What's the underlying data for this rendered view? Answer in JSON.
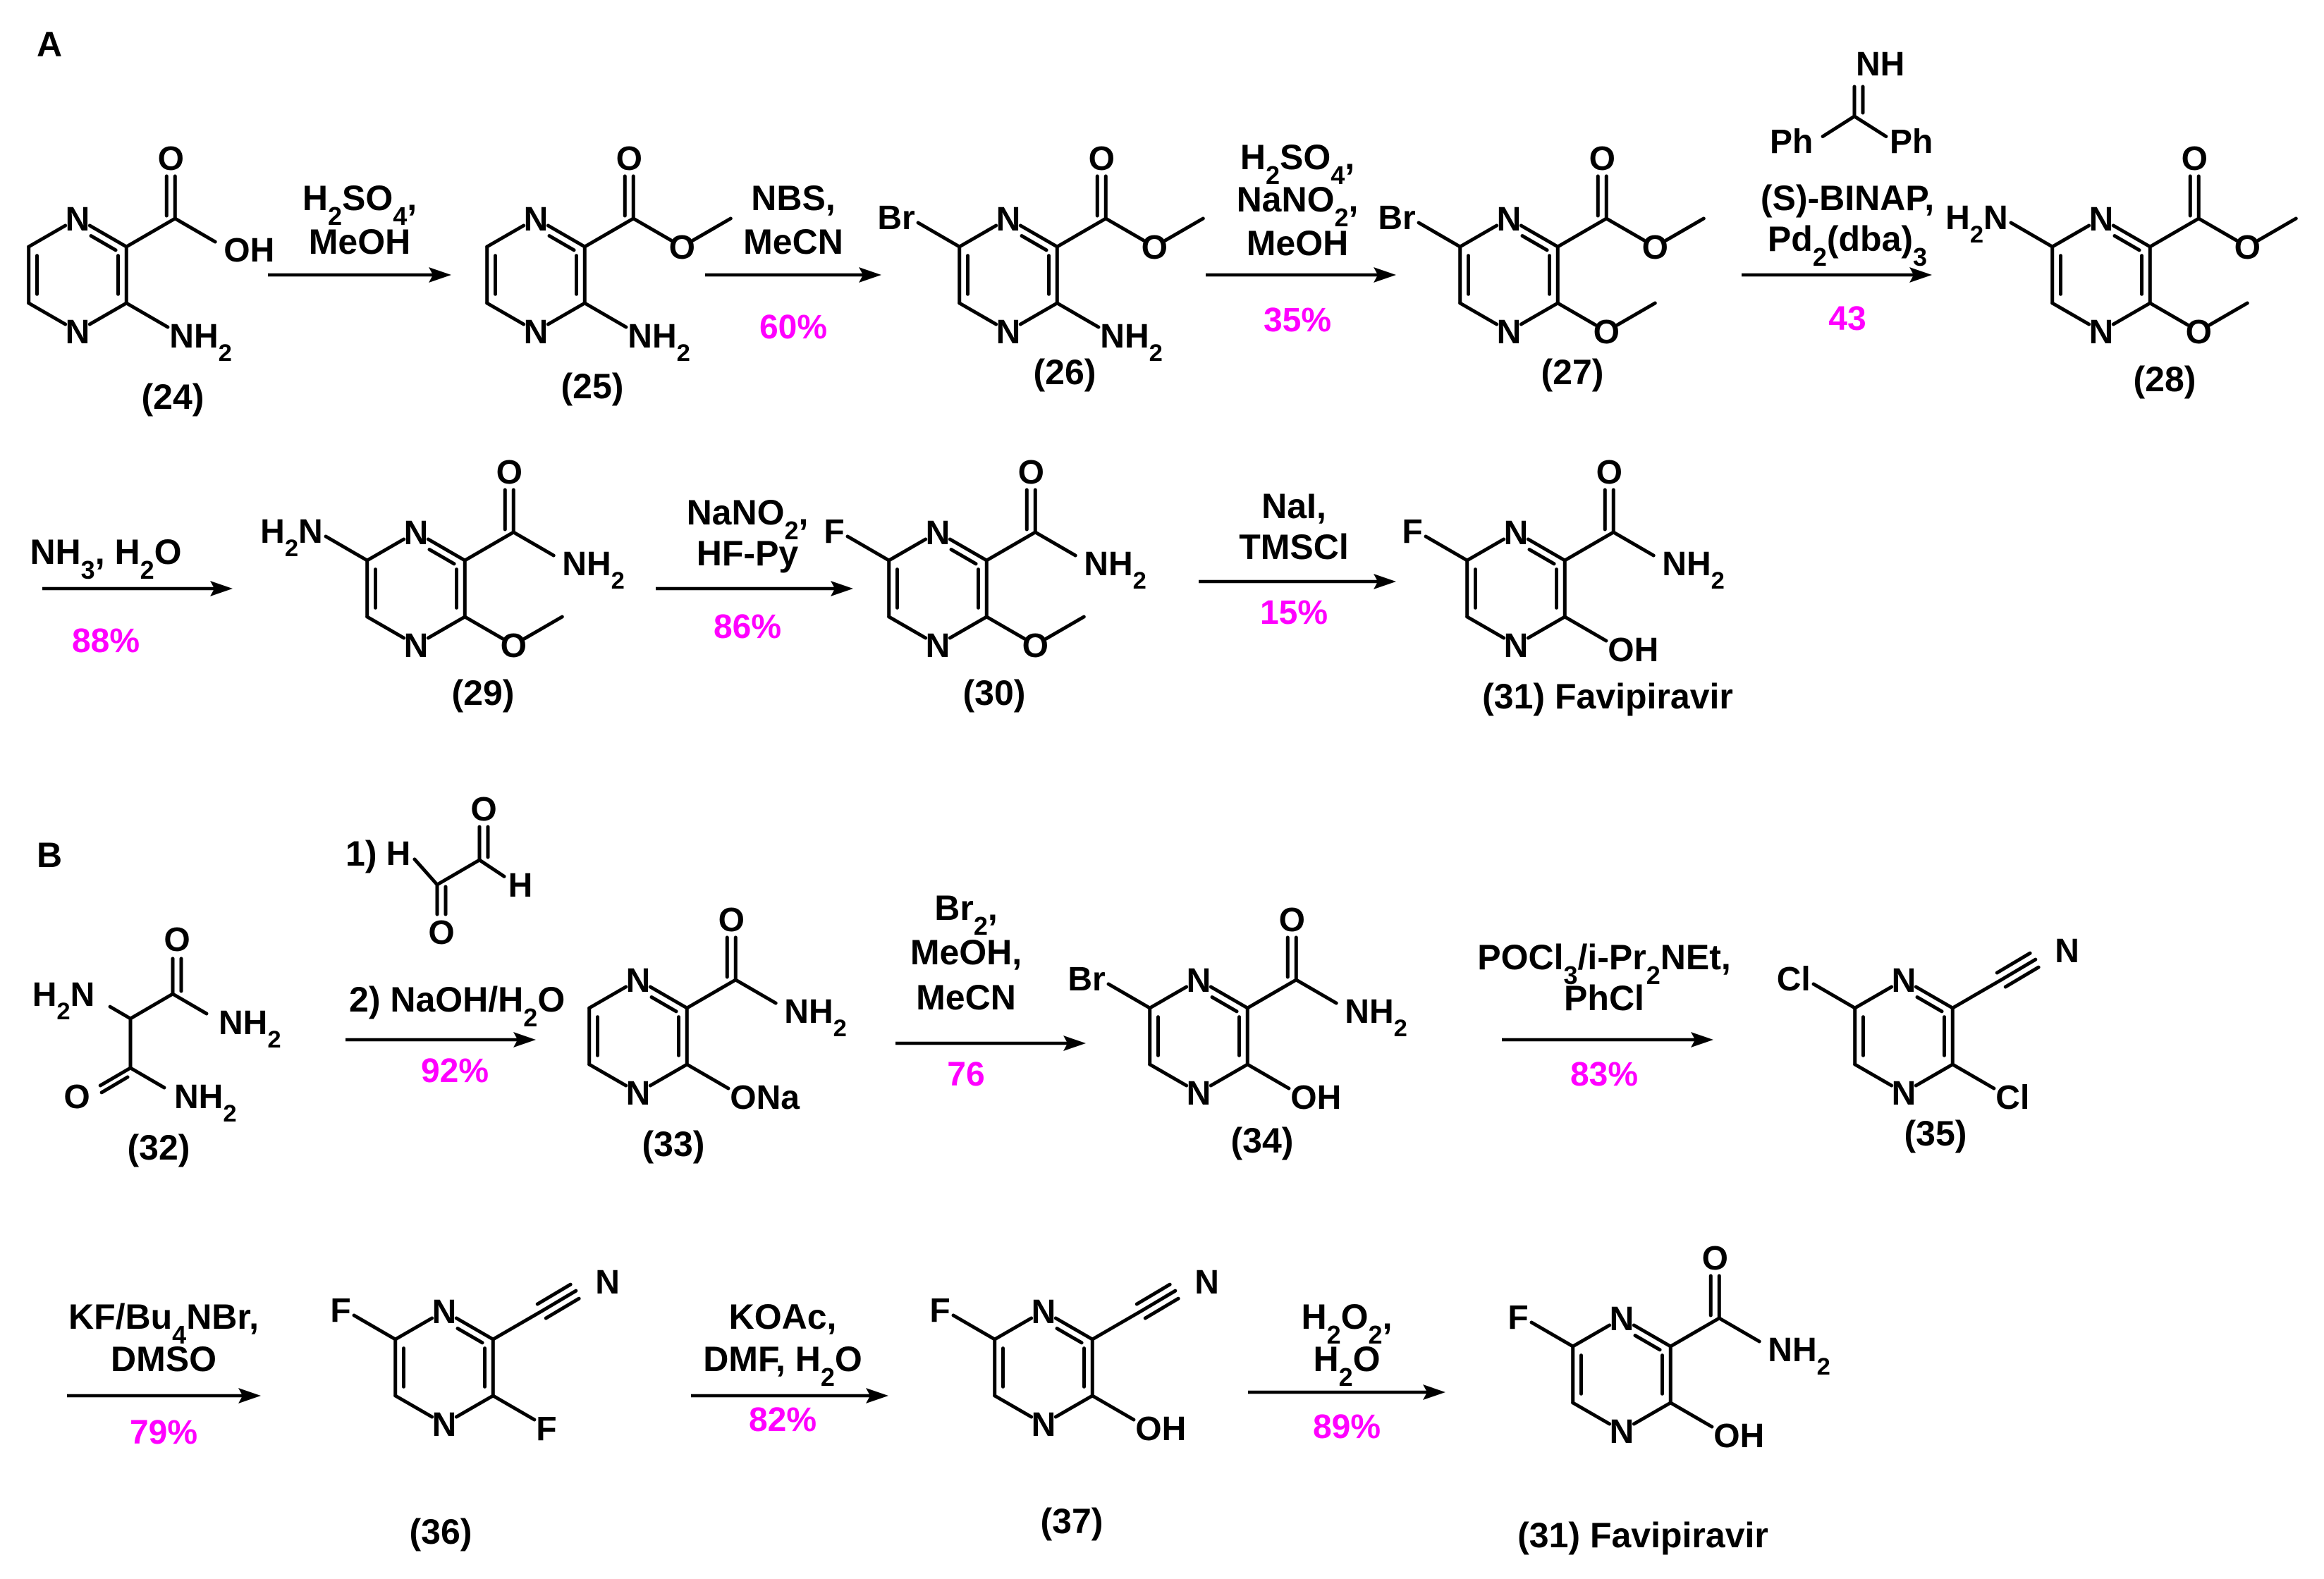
{
  "colors": {
    "ink": "#000000",
    "yield": "#ff00ff",
    "background": "#ffffff"
  },
  "panels": {
    "a": "A",
    "b": "B"
  },
  "compounds": {
    "c24": "(24)",
    "c25": "(25)",
    "c26": "(26)",
    "c27": "(27)",
    "c28": "(28)",
    "c29": "(29)",
    "c30": "(30)",
    "c31a": "(31) Favipiravir",
    "c32": "(32)",
    "c33": "(33)",
    "c34": "(34)",
    "c35": "(35)",
    "c36": "(36)",
    "c37": "(37)",
    "c31b": "(31) Favipiravir"
  },
  "steps": [
    {
      "id": "a1",
      "line1": "H2SO4,",
      "line2": "MeOH",
      "yield": ""
    },
    {
      "id": "a2",
      "line1": "NBS,",
      "line2": "MeCN",
      "yield": "60%"
    },
    {
      "id": "a3",
      "line1": "H2SO4,",
      "line2": "NaNO2,",
      "line3": "MeOH",
      "yield": "35%"
    },
    {
      "id": "a4",
      "top1": "NH",
      "top2": "Ph",
      "top3": "Ph",
      "line1": "(S)-BINAP,",
      "line2": "Pd2(dba)3",
      "yield": "43"
    },
    {
      "id": "a5",
      "line1": "NH3, H2O",
      "yield": "88%"
    },
    {
      "id": "a6",
      "line1": "NaNO2,",
      "line2": "HF-Py",
      "yield": "86%"
    },
    {
      "id": "a7",
      "line1": "NaI,",
      "line2": "TMSCl",
      "yield": "15%"
    },
    {
      "id": "b1",
      "line1": "1)",
      "line2": "2) NaOH/H2O",
      "yield": "92%"
    },
    {
      "id": "b2",
      "line1": "Br2,",
      "line2": "MeOH,",
      "line3": "MeCN",
      "yield": "76"
    },
    {
      "id": "b3",
      "line1": "POCl3/i-Pr2NEt,",
      "line2": "PhCl",
      "yield": "83%"
    },
    {
      "id": "b4",
      "line1": "KF/Bu4NBr,",
      "line2": "DMSO",
      "yield": "79%"
    },
    {
      "id": "b5",
      "line1": "KOAc,",
      "line2": "DMF, H2O",
      "yield": "82%"
    },
    {
      "id": "b6",
      "line1": "H2O2,",
      "line2": "H2O",
      "yield": "89%"
    }
  ],
  "atoms": {
    "N": "N",
    "O": "O",
    "F": "F",
    "Br": "Br",
    "Cl": "Cl",
    "H": "H",
    "OH": "OH",
    "NH2": "NH2",
    "H2N": "H2N",
    "ONa": "ONa",
    "NH": "NH",
    "Ph": "Ph"
  }
}
